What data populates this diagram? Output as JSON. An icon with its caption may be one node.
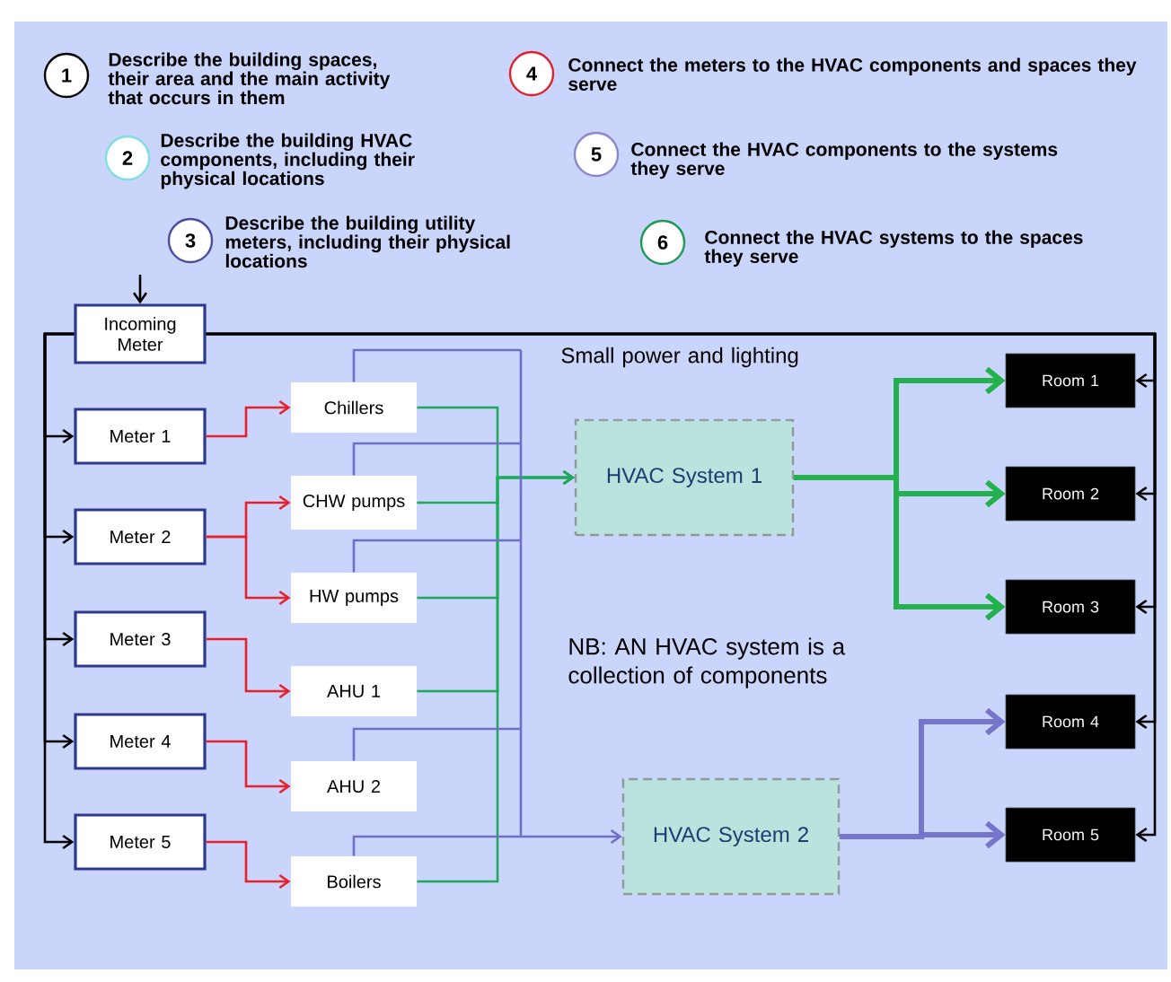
{
  "diagram": {
    "nodes": [
      {
        "text": [
          "1"
        ],
        "beside": [
          "Describe the building spaces, their area and the main activity that occurs in them"
        ]
      },
      {
        "text": [
          "2"
        ],
        "beside": [
          "Describe the building HVAC components, including their physical locations"
        ]
      },
      {
        "text": [
          "3"
        ],
        "beside": [
          "Describe the building utility meters, including their physical locations"
        ]
      },
      {
        "text": [
          "4"
        ],
        "beside": [
          "Connect the meters to the HVAC components and spaces they serve"
        ]
      },
      {
        "text": [
          "5"
        ],
        "beside": [
          "Connect the HVAC components to the systems they serve"
        ]
      },
      {
        "text": [
          "6"
        ],
        "beside": [
          "Connect the HVAC systems to the spaces they serve"
        ]
      },
      {
        "text": [
          "Incoming Meter"
        ]
      },
      {
        "text": [
          "Meter 1"
        ]
      },
      {
        "text": [
          "Meter 2"
        ]
      },
      {
        "text": [
          "Meter 3"
        ]
      },
      {
        "text": [
          "Meter 4"
        ]
      },
      {
        "text": [
          "Meter 5"
        ]
      },
      {
        "text": [
          "Chillers"
        ]
      },
      {
        "text": [
          "CHW pumps"
        ]
      },
      {
        "text": [
          "HW pumps"
        ]
      },
      {
        "text": [
          "AHU 1"
        ]
      },
      {
        "text": [
          "AHU 2"
        ]
      },
      {
        "text": [
          "Boilers"
        ]
      },
      {
        "text": [
          "HVAC System 1"
        ]
      },
      {
        "text": [
          "HVAC System 2"
        ]
      },
      {
        "text": [
          "Room 1"
        ]
      },
      {
        "text": [
          "Room 2"
        ]
      },
      {
        "text": [
          "Room 3"
        ]
      },
      {
        "text": [
          "Room 4"
        ]
      },
      {
        "text": [
          "Room 5"
        ]
      }
    ],
    "edges": [
      {
        "from": null,
        "to": 6,
        "arrow": "to"
      },
      {
        "from": 6,
        "to": 7,
        "arrow": "to"
      },
      {
        "from": 6,
        "to": 8,
        "arrow": "to"
      },
      {
        "from": 6,
        "to": 9,
        "arrow": "to"
      },
      {
        "from": 6,
        "to": 10,
        "arrow": "to"
      },
      {
        "from": 6,
        "to": 11,
        "arrow": "to"
      },
      {
        "from": 6,
        "to": 20,
        "arrow": "to"
      },
      {
        "from": 6,
        "to": 21,
        "arrow": "to"
      },
      {
        "from": 6,
        "to": 22,
        "arrow": "to"
      },
      {
        "from": 6,
        "to": 23,
        "arrow": "to"
      },
      {
        "from": 6,
        "to": 24,
        "arrow": "to"
      },
      {
        "from": 7,
        "to": 12,
        "arrow": "to",
        "color": "#e8202a"
      },
      {
        "from": 8,
        "to": 13,
        "arrow": "to",
        "color": "#e8202a"
      },
      {
        "from": 8,
        "to": 14,
        "arrow": "to",
        "color": "#e8202a"
      },
      {
        "from": 9,
        "to": 15,
        "arrow": "to",
        "color": "#e8202a"
      },
      {
        "from": 10,
        "to": 16,
        "arrow": "to",
        "color": "#e8202a"
      },
      {
        "from": 11,
        "to": 17,
        "arrow": "to",
        "color": "#e8202a"
      },
      {
        "from": 12,
        "to": 18,
        "arrow": "to",
        "color": "#1fa95b"
      },
      {
        "from": 13,
        "to": 18,
        "arrow": "to",
        "color": "#1fa95b"
      },
      {
        "from": 14,
        "to": 18,
        "arrow": "to",
        "color": "#1fa95b"
      },
      {
        "from": 15,
        "to": 18,
        "arrow": "to",
        "color": "#1fa95b"
      },
      {
        "from": 17,
        "to": 18,
        "arrow": "to",
        "color": "#1fa95b"
      },
      {
        "from": 12,
        "to": 19,
        "arrow": "to",
        "color": "#6f6fc8"
      },
      {
        "from": 13,
        "to": 19,
        "arrow": "to",
        "color": "#6f6fc8"
      },
      {
        "from": 14,
        "to": 19,
        "arrow": "to",
        "color": "#6f6fc8"
      },
      {
        "from": 16,
        "to": 19,
        "arrow": "to",
        "color": "#6f6fc8"
      },
      {
        "from": 17,
        "to": 19,
        "arrow": "to",
        "color": "#6f6fc8"
      },
      {
        "from": 18,
        "to": 20,
        "arrow": "to",
        "style": "thick",
        "color": "#22b14c"
      },
      {
        "from": 18,
        "to": 21,
        "arrow": "to",
        "style": "thick",
        "color": "#22b14c"
      },
      {
        "from": 18,
        "to": 22,
        "arrow": "to",
        "style": "thick",
        "color": "#22b14c"
      },
      {
        "from": 19,
        "to": 23,
        "arrow": "to",
        "style": "thick",
        "color": "#7774cc"
      },
      {
        "from": 19,
        "to": 24,
        "arrow": "to",
        "style": "thick",
        "color": "#7774cc"
      }
    ],
    "labels": [
      "Small power and lighting",
      "NB: AN HVAC system is a collection of components"
    ]
  }
}
